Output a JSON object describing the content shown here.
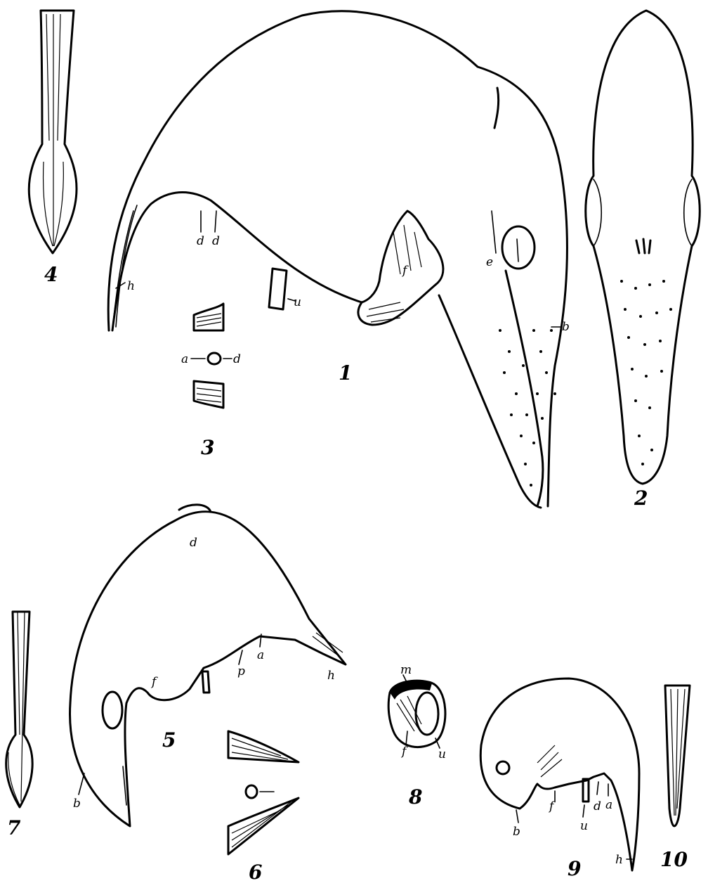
{
  "figures": [
    {
      "id": "fig1",
      "number": "1"
    },
    {
      "id": "fig2",
      "number": "2"
    },
    {
      "id": "fig3",
      "number": "3"
    },
    {
      "id": "fig4",
      "number": "4"
    },
    {
      "id": "fig5",
      "number": "5"
    },
    {
      "id": "fig6",
      "number": "6"
    },
    {
      "id": "fig7",
      "number": "7"
    },
    {
      "id": "fig8",
      "number": "8"
    },
    {
      "id": "fig9",
      "number": "9"
    },
    {
      "id": "fig10",
      "number": "10"
    }
  ],
  "labels": {
    "fig1": {
      "h": "h",
      "d1": "d",
      "d2": "d",
      "u": "u",
      "f": "f",
      "e": "e",
      "b": "b"
    },
    "fig3": {
      "a": "a",
      "d": "d"
    },
    "fig5": {
      "d": "d",
      "f": "f",
      "p": "p",
      "a": "a",
      "h": "h",
      "b": "b"
    },
    "fig8": {
      "m": "m",
      "f": "f",
      "u": "u"
    },
    "fig9": {
      "b": "b",
      "f": "f",
      "u": "u",
      "d": "d",
      "a": "a",
      "h": "h"
    }
  }
}
